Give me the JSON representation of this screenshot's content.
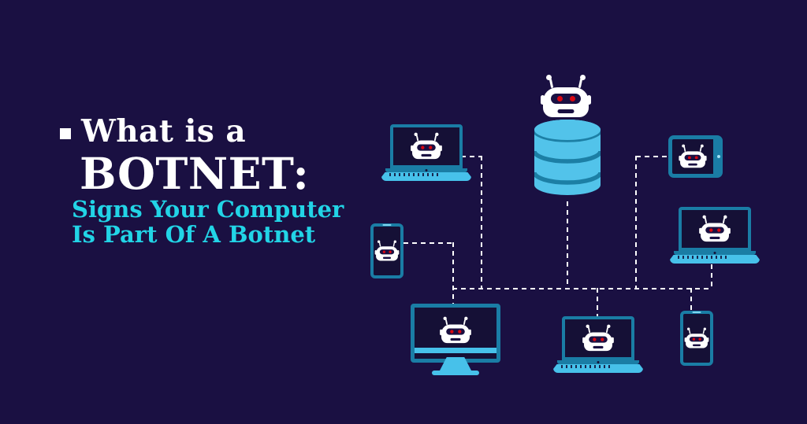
{
  "title": {
    "heading_line1": "What is a",
    "heading_line2": "BOTNET:",
    "subtitle_line1": "Signs Your Computer",
    "subtitle_line2": "Is Part Of A Botnet"
  },
  "colors": {
    "bg": "#1a1042",
    "headline": "#ffffff",
    "subtitle": "#22d4e6",
    "frame": "#1a7da5",
    "light": "#47c1ea",
    "screen": "#151036",
    "robot": "#ffffff",
    "eyes": "#d80712",
    "connector": "#ffffff",
    "dbbody": "#52c3ea",
    "dbband": "#1c7fa5"
  },
  "diagram": {
    "center": [
      {
        "id": "robot-server",
        "type": "bot-master-robot"
      },
      {
        "id": "database",
        "type": "database-cylinder"
      }
    ],
    "nodes": [
      {
        "id": "laptop-top-left",
        "type": "laptop"
      },
      {
        "id": "tablet-top-right",
        "type": "tablet"
      },
      {
        "id": "laptop-right",
        "type": "laptop"
      },
      {
        "id": "phone-left",
        "type": "smartphone"
      },
      {
        "id": "monitor-bottom-left",
        "type": "desktop-monitor"
      },
      {
        "id": "laptop-bottom-center",
        "type": "laptop"
      },
      {
        "id": "phone-bottom-right",
        "type": "smartphone"
      }
    ],
    "connectors": "dashed-lines-linking-all-devices-to-central-database"
  }
}
